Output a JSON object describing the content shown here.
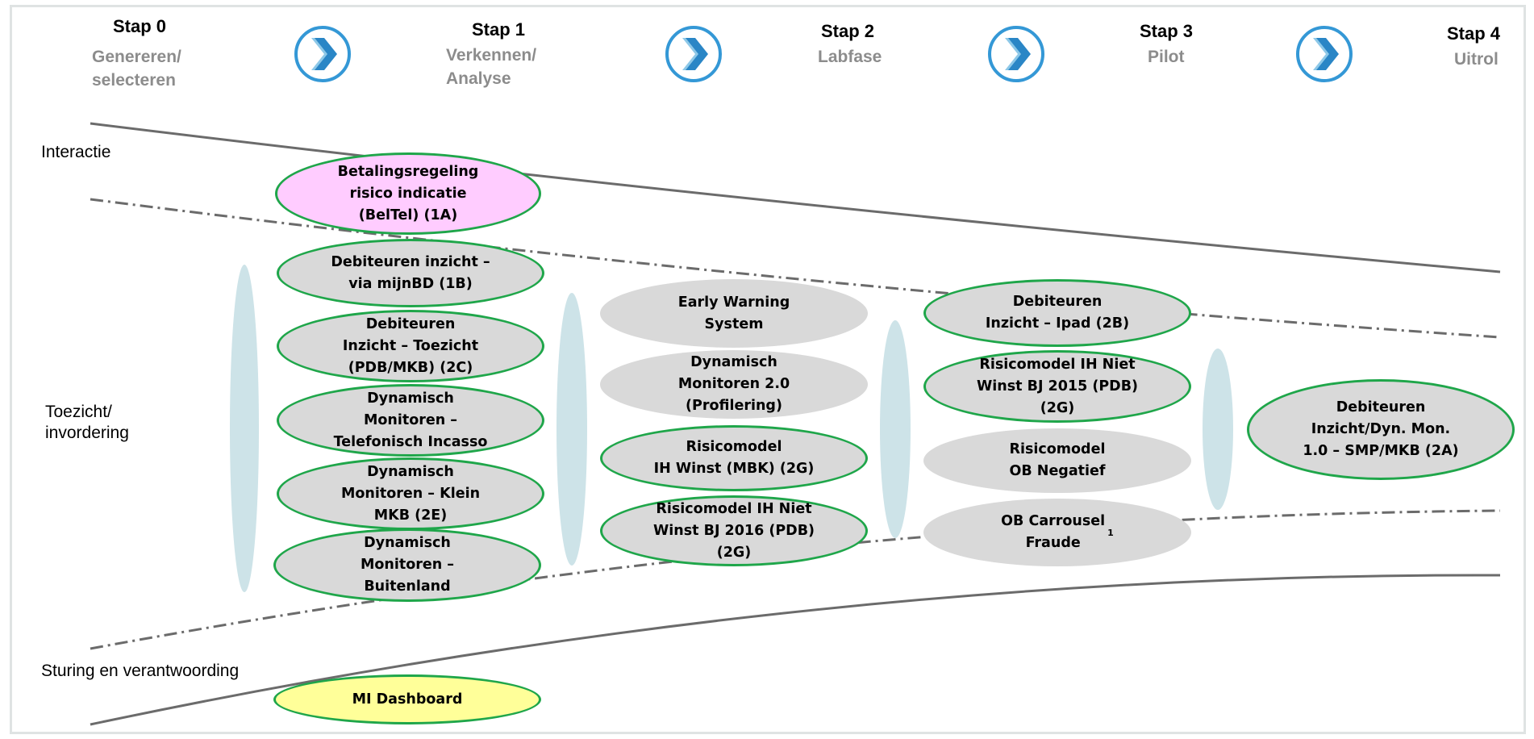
{
  "stages": [
    {
      "title": "Stap 0",
      "subtitle": "Genereren/\nselecteren"
    },
    {
      "title": "Stap 1",
      "subtitle": "Verkennen/\nAnalyse"
    },
    {
      "title": "Stap 2",
      "subtitle": "Labfase"
    },
    {
      "title": "Stap 3",
      "subtitle": "Pilot"
    },
    {
      "title": "Stap 4",
      "subtitle": "Uitrol"
    }
  ],
  "zones": {
    "interactie": "Interactie",
    "toezicht": "Toezicht/\ninvordering",
    "sturing": "Sturing en verantwoording"
  },
  "items": {
    "beltel": "Betalingsregeling\nrisico indicatie\n(BelTel) (1A)",
    "deb_mijnbd": "Debiteuren inzicht –\nvia mijnBD (1B)",
    "deb_toezicht": "Debiteuren\nInzicht – Toezicht\n(PDB/MKB) (2C)",
    "dyn_tel": "Dynamisch\nMonitoren –\nTelefonisch Incasso",
    "dyn_klein": "Dynamisch\nMonitoren – Klein\nMKB (2E)",
    "dyn_buiten": "Dynamisch\nMonitoren –\nBuitenland",
    "early_warning": "Early Warning\nSystem",
    "dyn_20": "Dynamisch\nMonitoren 2.0\n(Profilering)",
    "risico_winst": "Risicomodel\nIH Winst (MBK) (2G)",
    "risico_niet_2016": "Risicomodel IH Niet\nWinst BJ 2016 (PDB)\n(2G)",
    "deb_ipad": "Debiteuren\nInzicht – Ipad (2B)",
    "risico_niet_2015": "Risicomodel IH Niet\nWinst BJ 2015 (PDB)\n(2G)",
    "risico_ob": "Risicomodel\nOB Negatief",
    "ob_carrousel": "OB Carrousel\nFraude",
    "ob_carrousel_note": "1",
    "deb_dyn_mon": "Debiteuren\nInzicht/Dyn. Mon.\n1.0 – SMP/MKB (2A)",
    "mi_dashboard": "MI Dashboard"
  },
  "colors": {
    "green_border": "#1fa64a",
    "gray_fill": "#d9d9d9",
    "pink_fill": "#ffccff",
    "yellow_fill": "#ffff99",
    "arrow_blue": "#3498d6",
    "separator": "#cde3e8",
    "funnel_line": "#6b6b6b",
    "stage_subtitle": "#8c8c8c"
  },
  "icons": [
    "chevron-right-icon"
  ]
}
